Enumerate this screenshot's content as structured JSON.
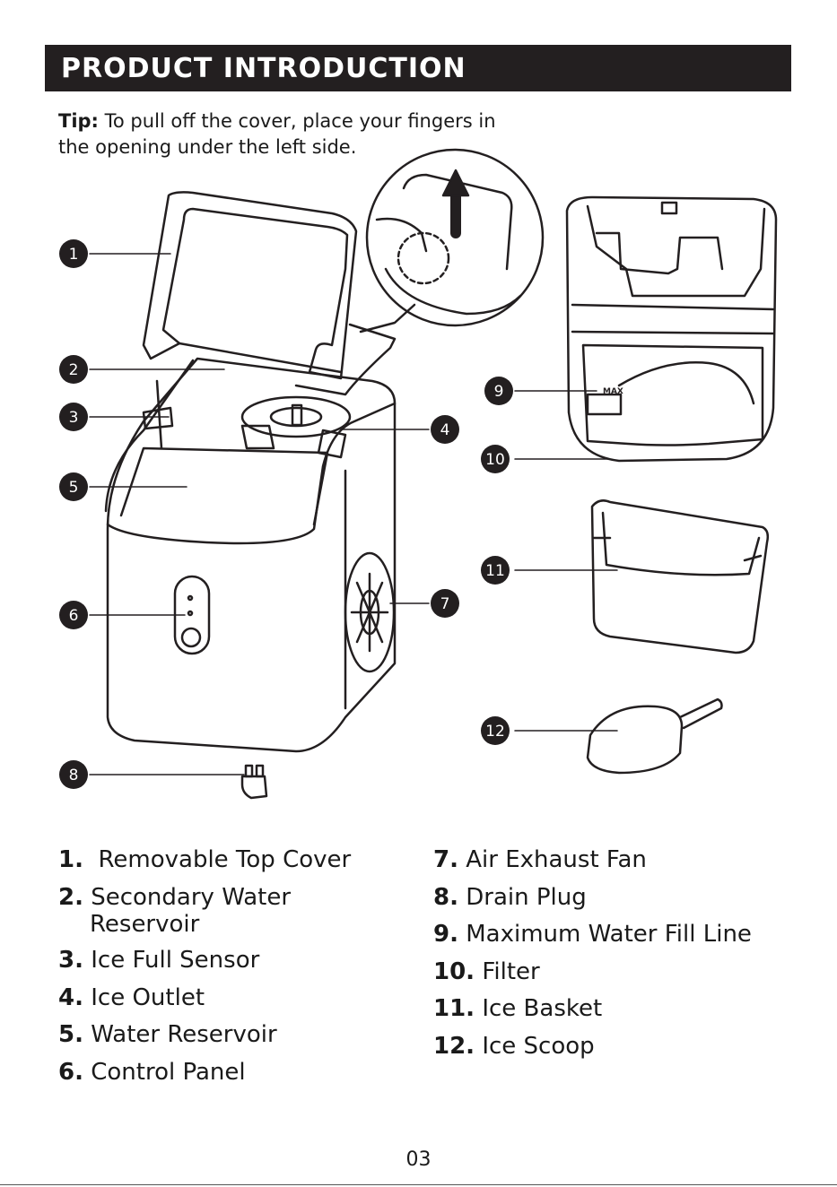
{
  "header": {
    "title": "PRODUCT INTRODUCTION"
  },
  "tip": {
    "label": "Tip:",
    "text": "To pull off the cover, place your fingers in the opening under the left side."
  },
  "callouts": [
    "1",
    "2",
    "3",
    "4",
    "5",
    "6",
    "7",
    "8",
    "9",
    "10",
    "11",
    "12"
  ],
  "max_label": "MAX",
  "parts": [
    {
      "num": "1.",
      "label": "Removable Top Cover"
    },
    {
      "num": "2.",
      "label": "Secondary Water",
      "label2": "Reservoir"
    },
    {
      "num": "3.",
      "label": "Ice Full Sensor"
    },
    {
      "num": "4.",
      "label": "Ice Outlet"
    },
    {
      "num": "5.",
      "label": "Water Reservoir"
    },
    {
      "num": "6.",
      "label": "Control Panel"
    },
    {
      "num": "7.",
      "label": "Air Exhaust Fan"
    },
    {
      "num": "8.",
      "label": "Drain Plug"
    },
    {
      "num": "9.",
      "label": "Maximum Water Fill Line"
    },
    {
      "num": "10.",
      "label": "Filter"
    },
    {
      "num": "11.",
      "label": "Ice Basket"
    },
    {
      "num": "12.",
      "label": "Ice Scoop"
    }
  ],
  "page_number": "03"
}
